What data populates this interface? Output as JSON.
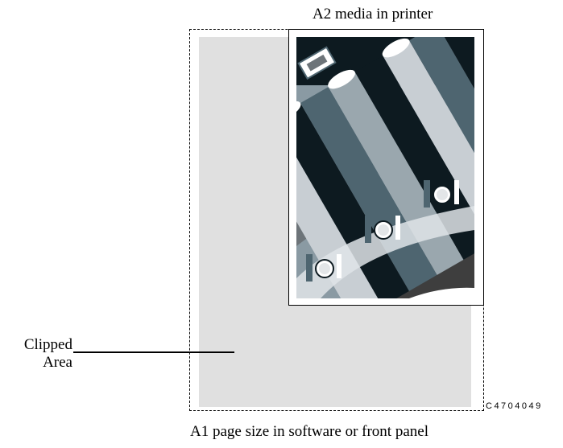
{
  "captions": {
    "a2_media": "A2 media in printer",
    "a1_page": "A1 page size in software or front panel"
  },
  "clipped_label": {
    "line1": "Clipped",
    "line2": "Area"
  },
  "figure_code": "C4704049",
  "colors": {
    "clipped_area": "#e0e0e0",
    "outline": "#000000",
    "art_dark": "#0d1a20",
    "art_slate": "#4e6570",
    "art_light": "#c8ced3",
    "art_grey": "#3e3e3e"
  },
  "icons": {
    "artwork": "printhead-cartridges-illustration"
  }
}
